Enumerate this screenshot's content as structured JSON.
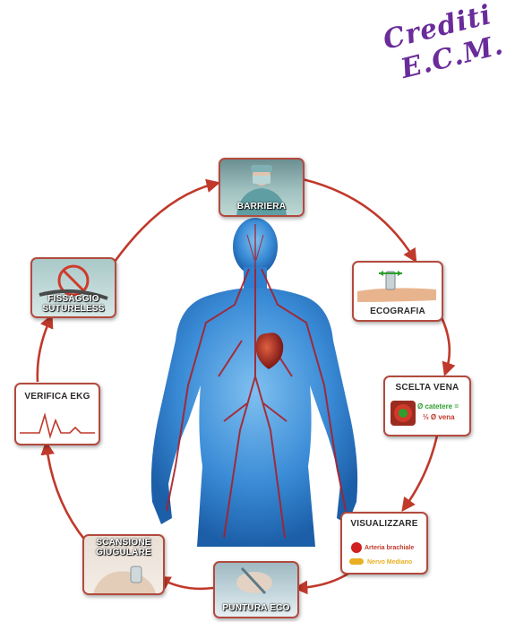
{
  "credits": {
    "line1": "Crediti",
    "line2": "E.C.M."
  },
  "cards": {
    "barriera": "BARRIERA",
    "ecografia": "ECOGRAFIA",
    "scelta_vena": "SCELTA VENA",
    "scelta_formula_line1": "Ø catetere =",
    "scelta_formula_line2": "⅓ Ø vena",
    "visualizzare": "VISUALIZZARE",
    "arteria": "Arteria brachiale",
    "nervo": "Nervo Mediano",
    "puntura_eco": "PUNTURA ECO",
    "scansione_line1": "SCANSIONE",
    "scansione_line2": "GIUGULARE",
    "verifica_ekg": "VERIFICA EKG",
    "fissaggio_line1": "FISSAGGIO",
    "fissaggio_line2": "SUTURELESS"
  },
  "colors": {
    "arrow": "#c0392b",
    "card_border": "#b24a3e",
    "body_blue": "#2f7fd0",
    "vessel_red": "#a8202a",
    "credits": "#6a2c9a",
    "formula_green": "#2e9e2e",
    "nerve_yellow": "#e8b020"
  }
}
